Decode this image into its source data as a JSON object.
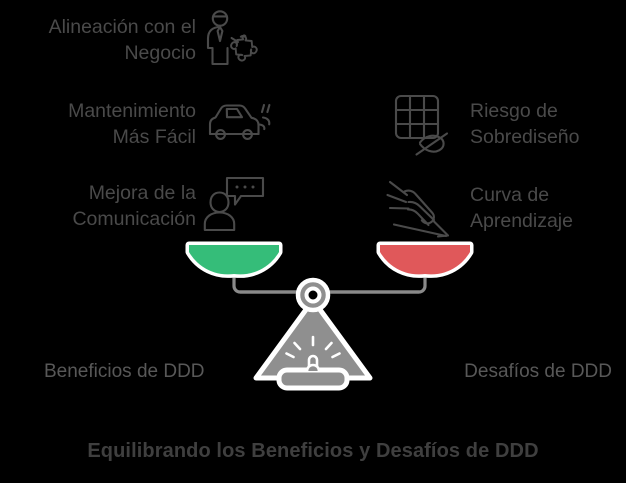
{
  "figure": {
    "caption": "Equilibrando los Beneficios y Desafíos de DDD",
    "background_color": "#000000",
    "text_color": "#4a4a4a"
  },
  "scale": {
    "left_pan": {
      "label": "Beneficios de DDD",
      "color": "#35bd79",
      "side": "left"
    },
    "right_pan": {
      "label": "Desafíos de DDD",
      "color": "#e0585a",
      "side": "right"
    },
    "frame_color": "#8f8f8f",
    "pivot_color": "#8f8f8f",
    "base_color": "#8f8f8f",
    "beam_color": "#8a8a8a"
  },
  "benefits": [
    {
      "label": "Alineación con el\nNegocio",
      "icon": "businessman-puzzle-icon"
    },
    {
      "label": "Mantenimiento\nMás Fácil",
      "icon": "car-maintenance-icon"
    },
    {
      "label": "Mejora de la\nComunicación",
      "icon": "person-speech-bubble-icon"
    }
  ],
  "challenges": [
    {
      "label": "Riesgo de\nSobrediseño",
      "icon": "grid-hidden-eye-icon"
    },
    {
      "label": "Curva de\nAprendizaje",
      "icon": "hand-reaching-icon"
    }
  ]
}
